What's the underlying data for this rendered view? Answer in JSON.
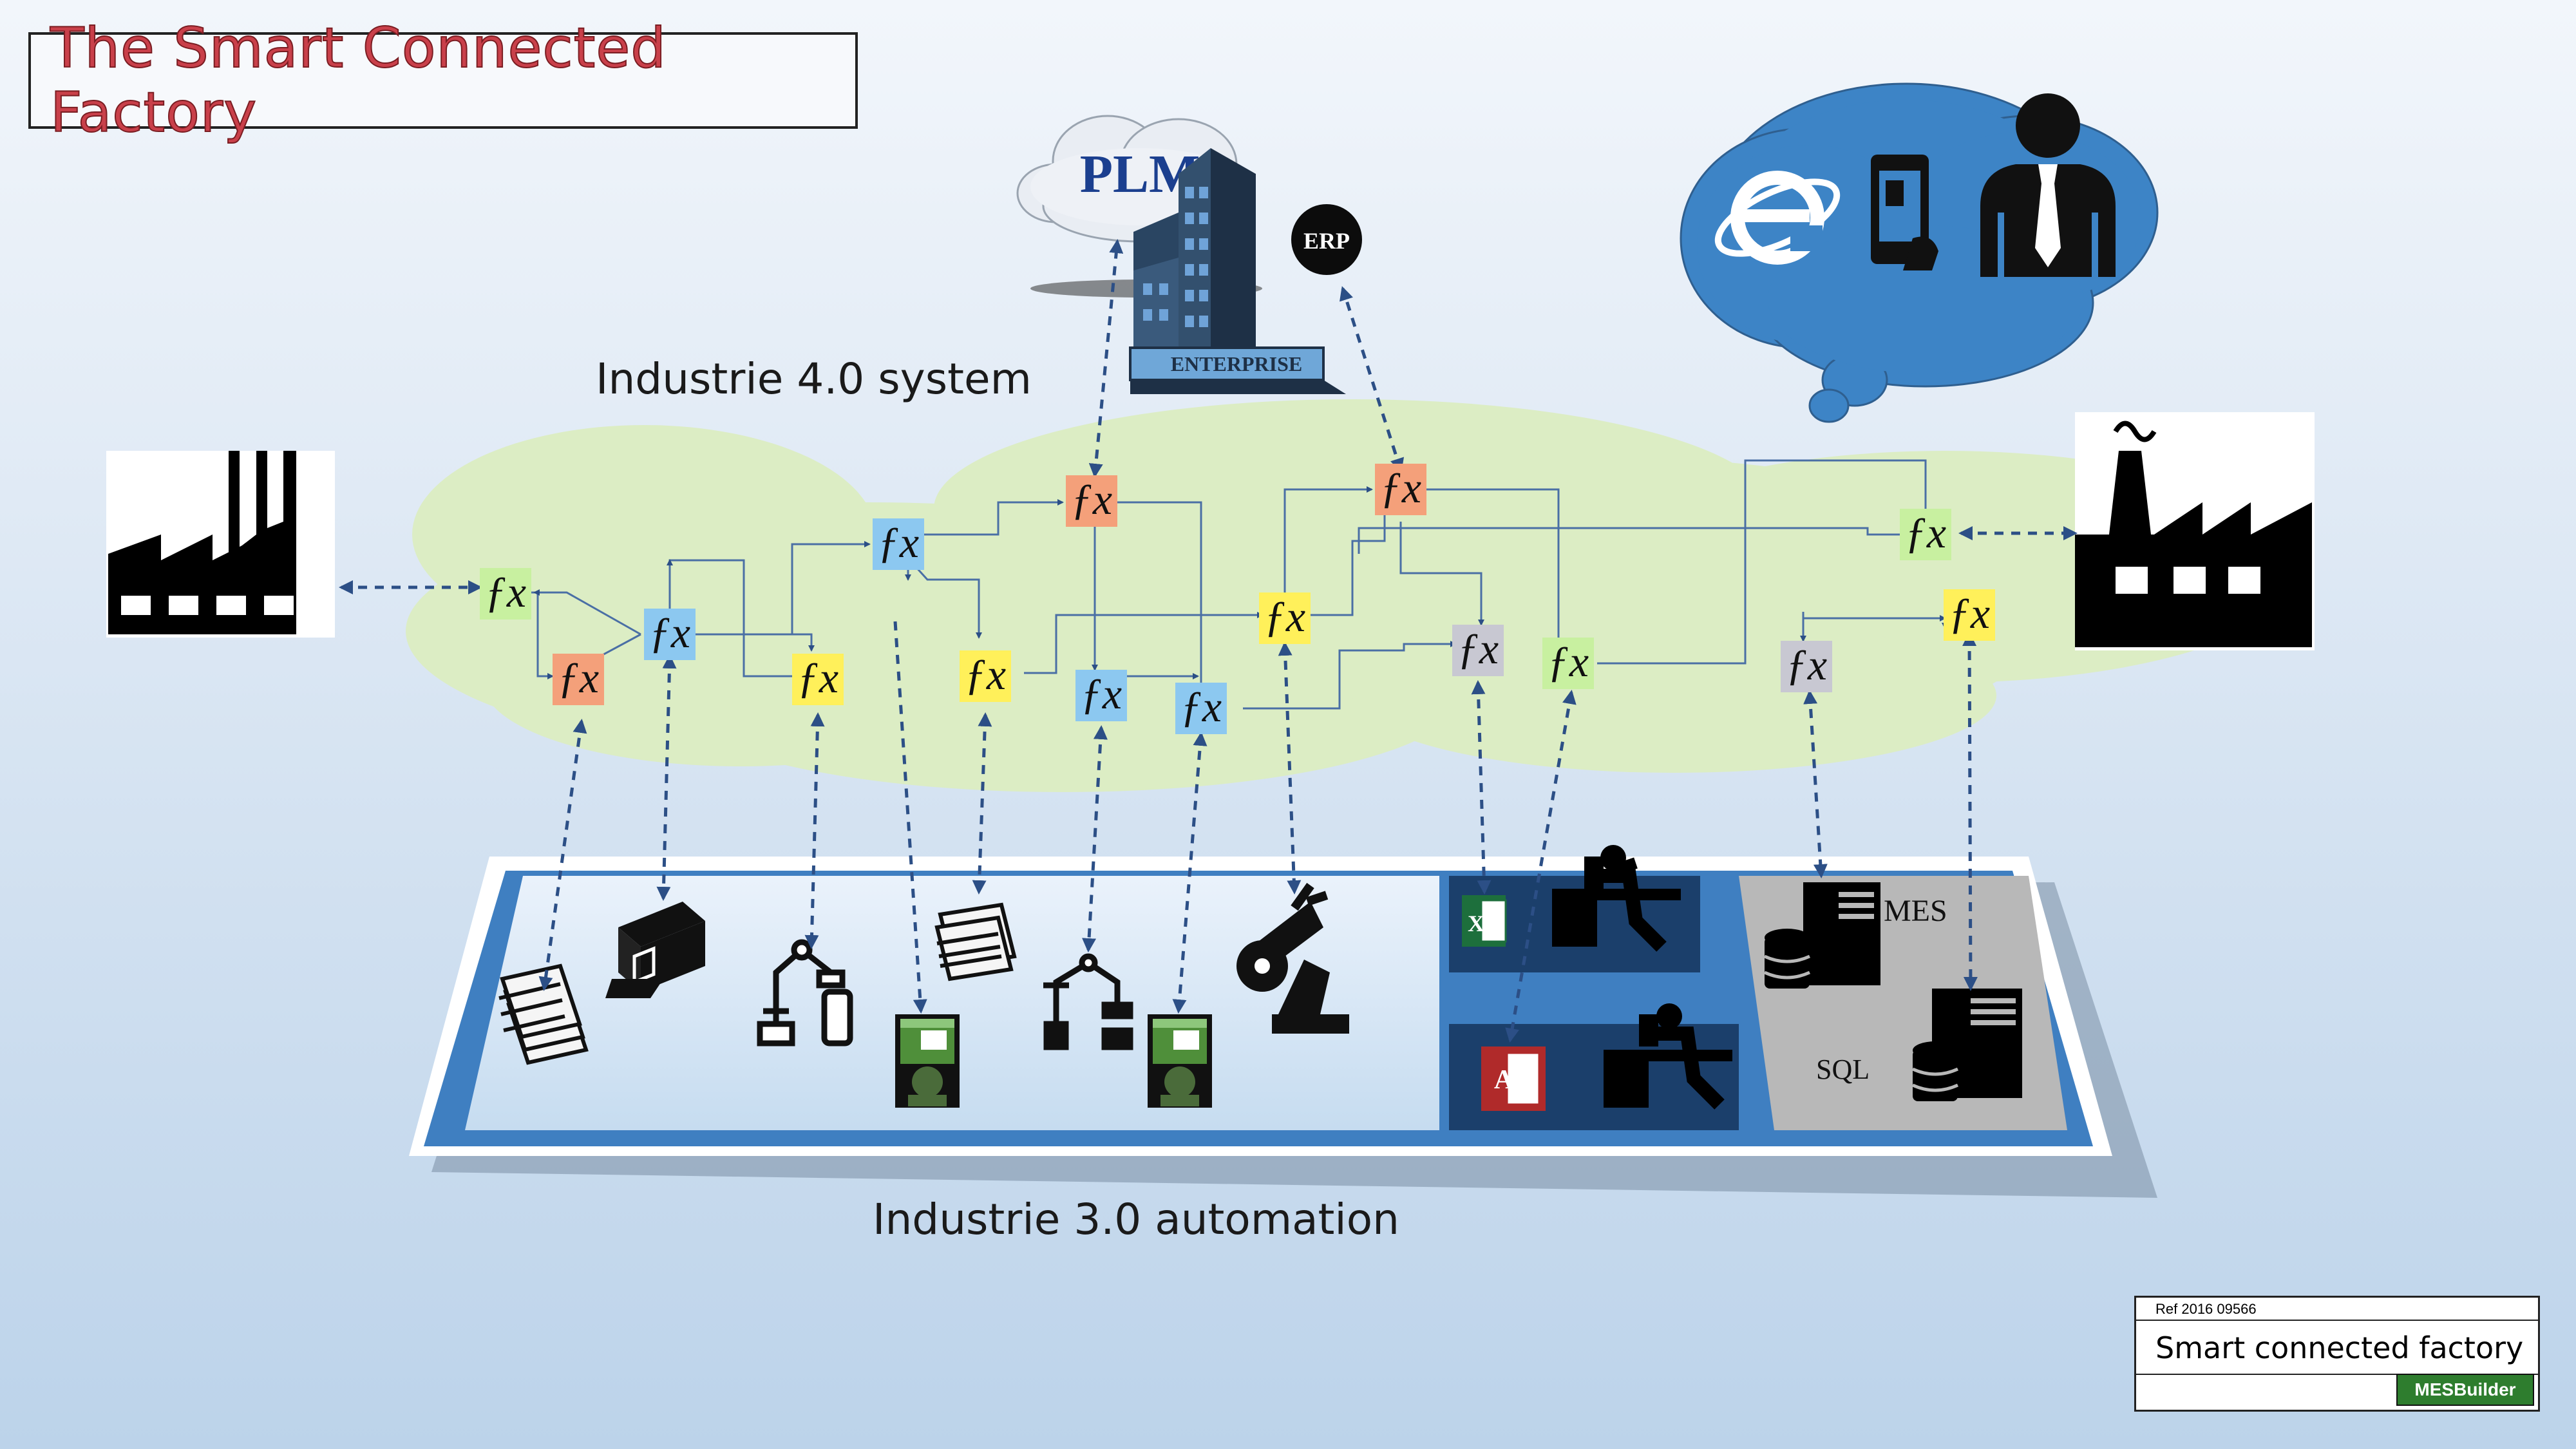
{
  "title": "The Smart Connected Factory",
  "labels": {
    "industrie40": "Industrie 4.0 system",
    "industrie30": "Industrie 3.0 automation",
    "plm": "PLM",
    "erp": "ERP",
    "enterprise": "ENTERPRISE",
    "mes": "MES",
    "sql": "SQL",
    "fx": "ƒx"
  },
  "ref_box": {
    "ref": "Ref 2016 09566",
    "caption": "Smart connected factory",
    "logo": "MESBuilder"
  },
  "colors": {
    "fx_orange": "#f4a07a",
    "fx_blue": "#8cc8f0",
    "fx_yellow": "#fff05a",
    "fx_green": "#c8f0a0",
    "fx_gray": "#c8c8d2",
    "cloud_green": "#dcedc4",
    "cloud_blue": "#3d84c6",
    "title_red": "#c9404a"
  },
  "icons": [
    "factory-icon",
    "plm-cloud-icon",
    "enterprise-building-icon",
    "erp-icon",
    "browser-icon",
    "tablet-icon",
    "business-person-icon",
    "paper-stack-icon",
    "printer-icon",
    "robot-arm-icon",
    "operator-screen-icon",
    "excel-icon",
    "access-icon",
    "workstation-icon",
    "server-icon",
    "database-icon"
  ]
}
